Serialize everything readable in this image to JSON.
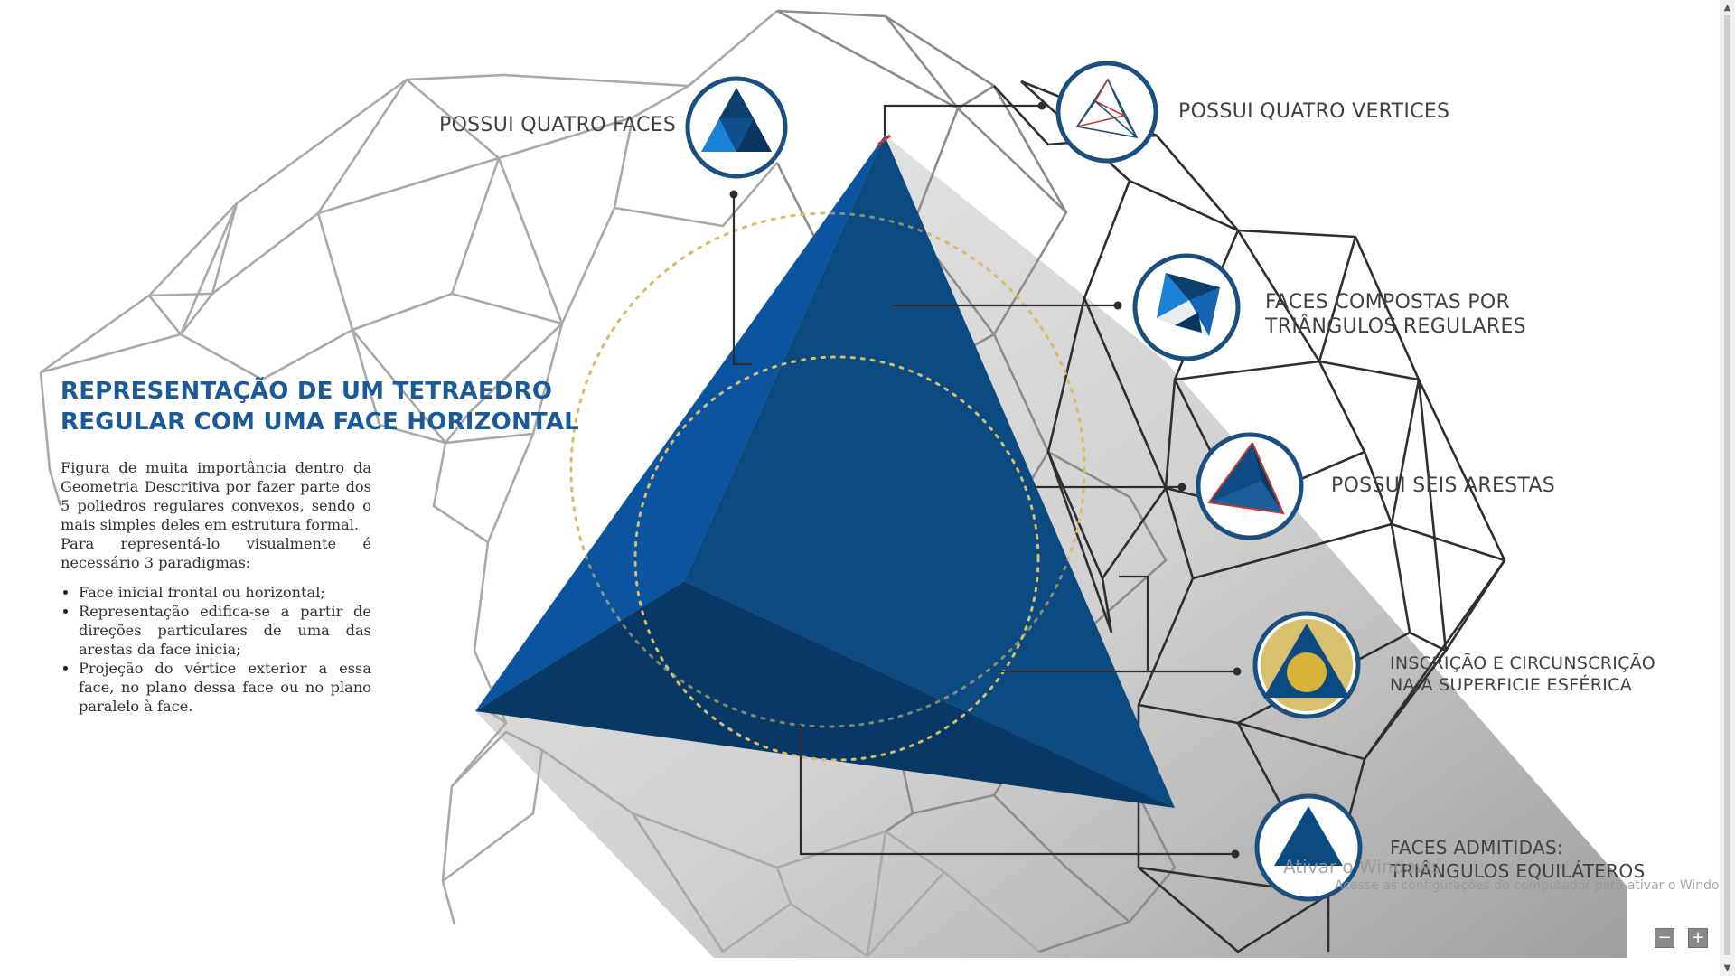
{
  "heading": {
    "line1": "REPRESENTAÇÃO DE UM TETRAEDRO",
    "line2": "REGULAR COM UMA FACE HORIZONTAL"
  },
  "description": {
    "paragraph1": "Figura de muita importância dentro da Geometria Descritiva por fazer parte dos 5 poliedros regulares convexos, sendo o mais simples deles em estrutura formal.",
    "paragraph2": "Para representá-lo visualmente é necessário 3 paradigmas:",
    "bullets": [
      "Face inicial frontal ou horizontal;",
      "Representação edifica-se a partir de direções particulares de uma das arestas da face inicia;",
      "Projeção do vértice exterior a essa face, no plano dessa face ou no plano paralelo à face."
    ]
  },
  "callouts": {
    "faces": "POSSUI QUATRO FACES",
    "vertices": "POSSUI QUATRO VERTICES",
    "composed_line1": "FACES COMPOSTAS POR",
    "composed_line2": "TRIÂNGULOS REGULARES",
    "edges": "POSSUI SEIS ARESTAS",
    "sphere_line1": "INSCRIÇÃO E CIRCUNSCRIÇÃO",
    "sphere_line2": "NA/À SUPERFICIE ESFÉRICA",
    "admitted_line1": "FACES ADMITIDAS:",
    "admitted_line2": "TRIÂNGULOS EQUILÁTEROS"
  },
  "watermark": {
    "title": "Ativar o Windows",
    "subtitle": "Acesse as configurações do computador para ativar o Windows."
  },
  "controls": {
    "zoom_out": "−",
    "zoom_in": "+"
  },
  "colors": {
    "accent_blue": "#1a5a9a",
    "face_dark": "#0f3f6e",
    "face_mid": "#0b4f8f",
    "face_light": "#1570c4",
    "sphere_gold": "#d7c16f",
    "icon_ring": "#1b4f7f",
    "edge_red": "#c0392b"
  },
  "icons": [
    "tetrahedron-faces-icon",
    "tetrahedron-vertices-icon",
    "composed-faces-icon",
    "six-edges-icon",
    "inscribed-sphere-icon",
    "equilateral-face-icon"
  ]
}
